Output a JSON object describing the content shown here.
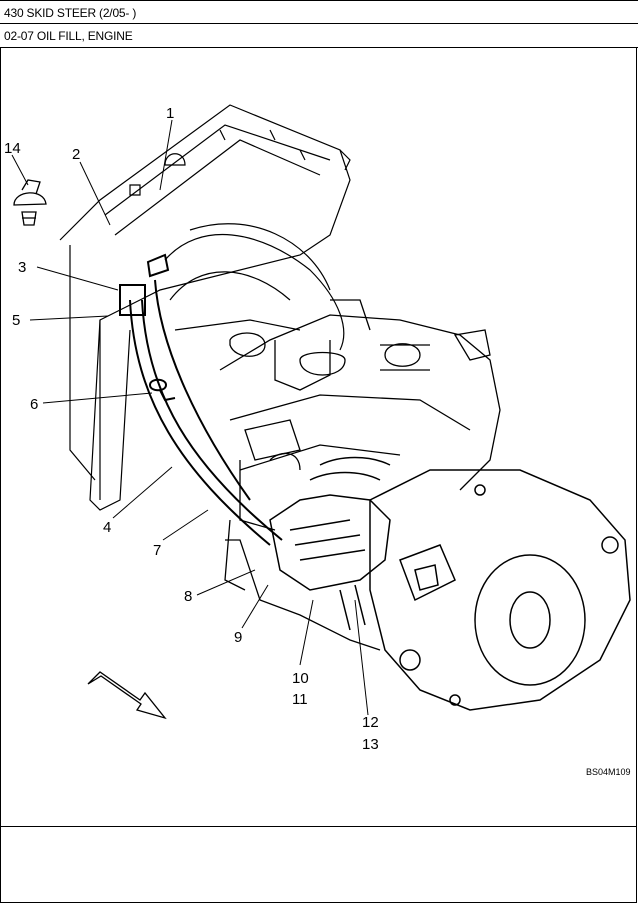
{
  "header": {
    "title": "430 SKID STEER (2/05- )",
    "section": "02-07 OIL FILL, ENGINE"
  },
  "figure": {
    "reference_code": "BS04M109",
    "callouts": {
      "c1": "1",
      "c2": "2",
      "c3": "3",
      "c4": "4",
      "c5": "5",
      "c6": "6",
      "c7": "7",
      "c8": "8",
      "c9": "9",
      "c10": "10",
      "c11": "11",
      "c12": "12",
      "c13": "13",
      "c14": "14"
    }
  }
}
